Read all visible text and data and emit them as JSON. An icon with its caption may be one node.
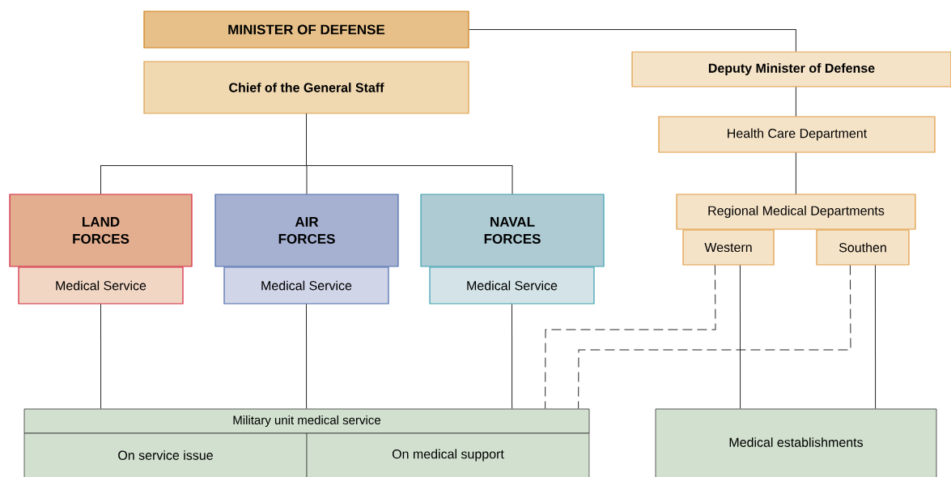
{
  "diagram": {
    "nodes": [
      {
        "text": [
          "MINISTER OF DEFENSE"
        ]
      },
      {
        "text": [
          "Chief of the General Staff"
        ]
      },
      {
        "text": [
          "Deputy Minister of Defense"
        ]
      },
      {
        "text": [
          "Health Care Department"
        ]
      },
      {
        "text": [
          "LAND FORCES"
        ]
      },
      {
        "text": [
          "Medical Service"
        ]
      },
      {
        "text": [
          "AIR FORCES"
        ]
      },
      {
        "text": [
          "Medical Service"
        ]
      },
      {
        "text": [
          "NAVAL FORCES"
        ]
      },
      {
        "text": [
          "Medical Service"
        ]
      },
      {
        "text": [
          "Regional Medical Departments"
        ]
      },
      {
        "text": [
          "Western"
        ]
      },
      {
        "text": [
          "Southen"
        ]
      },
      {
        "text": [
          "Military unit medical service"
        ]
      },
      {
        "text": [
          "On service issue"
        ]
      },
      {
        "text": [
          "On medical support"
        ]
      },
      {
        "text": [
          "Medical establishments"
        ]
      }
    ],
    "edges": [
      {
        "from": 0,
        "to": 2,
        "arrow": "none"
      },
      {
        "from": 1,
        "to": 4,
        "arrow": "none"
      },
      {
        "from": 1,
        "to": 6,
        "arrow": "none"
      },
      {
        "from": 1,
        "to": 8,
        "arrow": "none"
      },
      {
        "from": 2,
        "to": 3,
        "arrow": "none"
      },
      {
        "from": 3,
        "to": 10,
        "arrow": "none"
      },
      {
        "from": 5,
        "to": 13,
        "arrow": "none"
      },
      {
        "from": 7,
        "to": 13,
        "arrow": "none"
      },
      {
        "from": 9,
        "to": 13,
        "arrow": "none"
      },
      {
        "from": 11,
        "to": 13,
        "arrow": "none",
        "style": "dashed"
      },
      {
        "from": 12,
        "to": 13,
        "arrow": "none",
        "style": "dashed"
      },
      {
        "from": 11,
        "to": 16,
        "arrow": "none"
      },
      {
        "from": 12,
        "to": 16,
        "arrow": "none"
      }
    ]
  }
}
